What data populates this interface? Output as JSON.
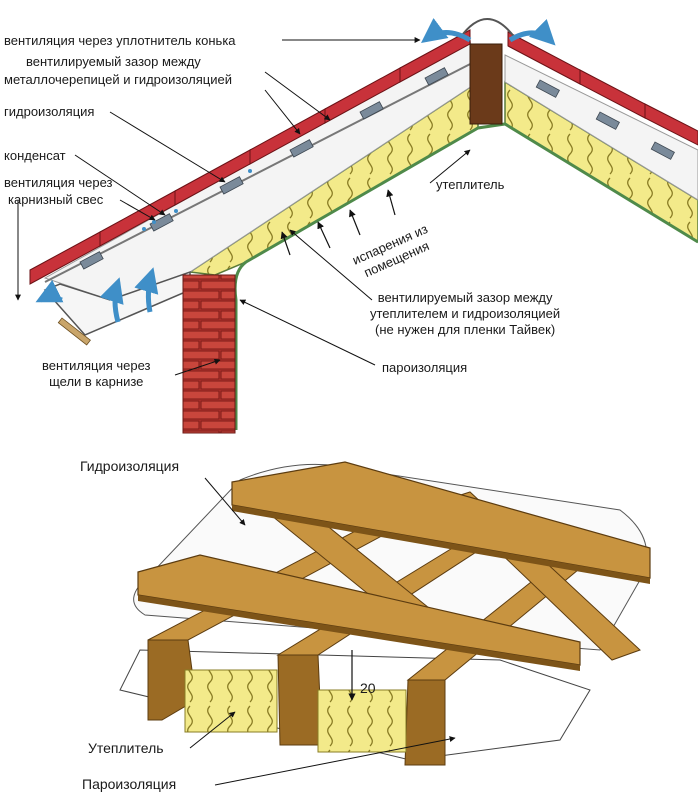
{
  "top_diagram": {
    "labels": {
      "ridge_vent": "вентиляция через уплотнитель конька",
      "gap_metal_line1": "вентилируемый зазор между",
      "gap_metal_line2": "металлочерепицей и гидроизоляцией",
      "waterproofing": "гидроизоляция",
      "condensate": "конденсат",
      "eave_vent_line1": "вентиляция через",
      "eave_vent_line2": "карнизный свес",
      "insulation": "утеплитель",
      "evaporation_line1": "испарения из",
      "evaporation_line2": "помещения",
      "gap_ins_line1": "вентилируемый зазор между",
      "gap_ins_line2": "утеплителем и гидроизоляцией",
      "gap_ins_line3": "(не нужен для пленки Тайвек)",
      "slot_vent_line1": "вентиляция через",
      "slot_vent_line2": "щели в карнизе",
      "vapor_barrier": "пароизоляция"
    }
  },
  "bottom_diagram": {
    "labels": {
      "waterproofing": "Гидроизоляция",
      "insulation": "Утеплитель",
      "vapor_barrier": "Пароизоляция",
      "gap_dimension": "20"
    }
  },
  "colors": {
    "roof_tile": "#c8323a",
    "insulation_yellow": "#f3ea8a",
    "brick": "#b5332e",
    "wood": "#b07a2a",
    "vent_arrow": "#3f8fc8",
    "membrane_green": "#4f8a4a"
  }
}
